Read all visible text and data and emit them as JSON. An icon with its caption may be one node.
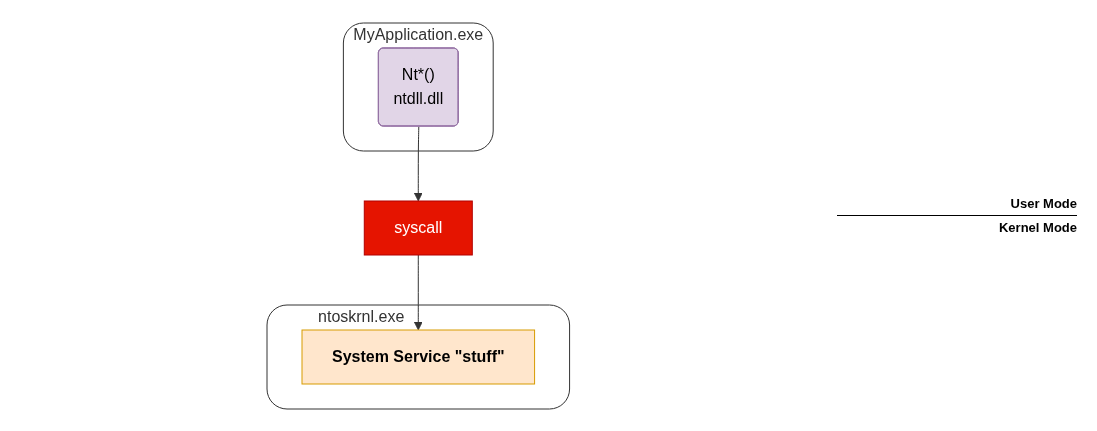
{
  "diagram": {
    "nodes": [
      {
        "text": [
          "MyApplication.exe"
        ]
      },
      {
        "text": [
          "Nt*()",
          "ntdll.dll"
        ],
        "in": 0
      },
      {
        "text": [
          "syscall"
        ]
      },
      {
        "text": [
          "ntoskrnl.exe"
        ]
      },
      {
        "text": [
          "System Service \"stuff\""
        ],
        "in": 3
      }
    ],
    "edges": [
      {
        "from": 1,
        "to": 2,
        "arrow": "to"
      },
      {
        "from": 2,
        "to": 4,
        "arrow": "to"
      }
    ],
    "labels": [
      "User Mode",
      "Kernel Mode"
    ]
  }
}
